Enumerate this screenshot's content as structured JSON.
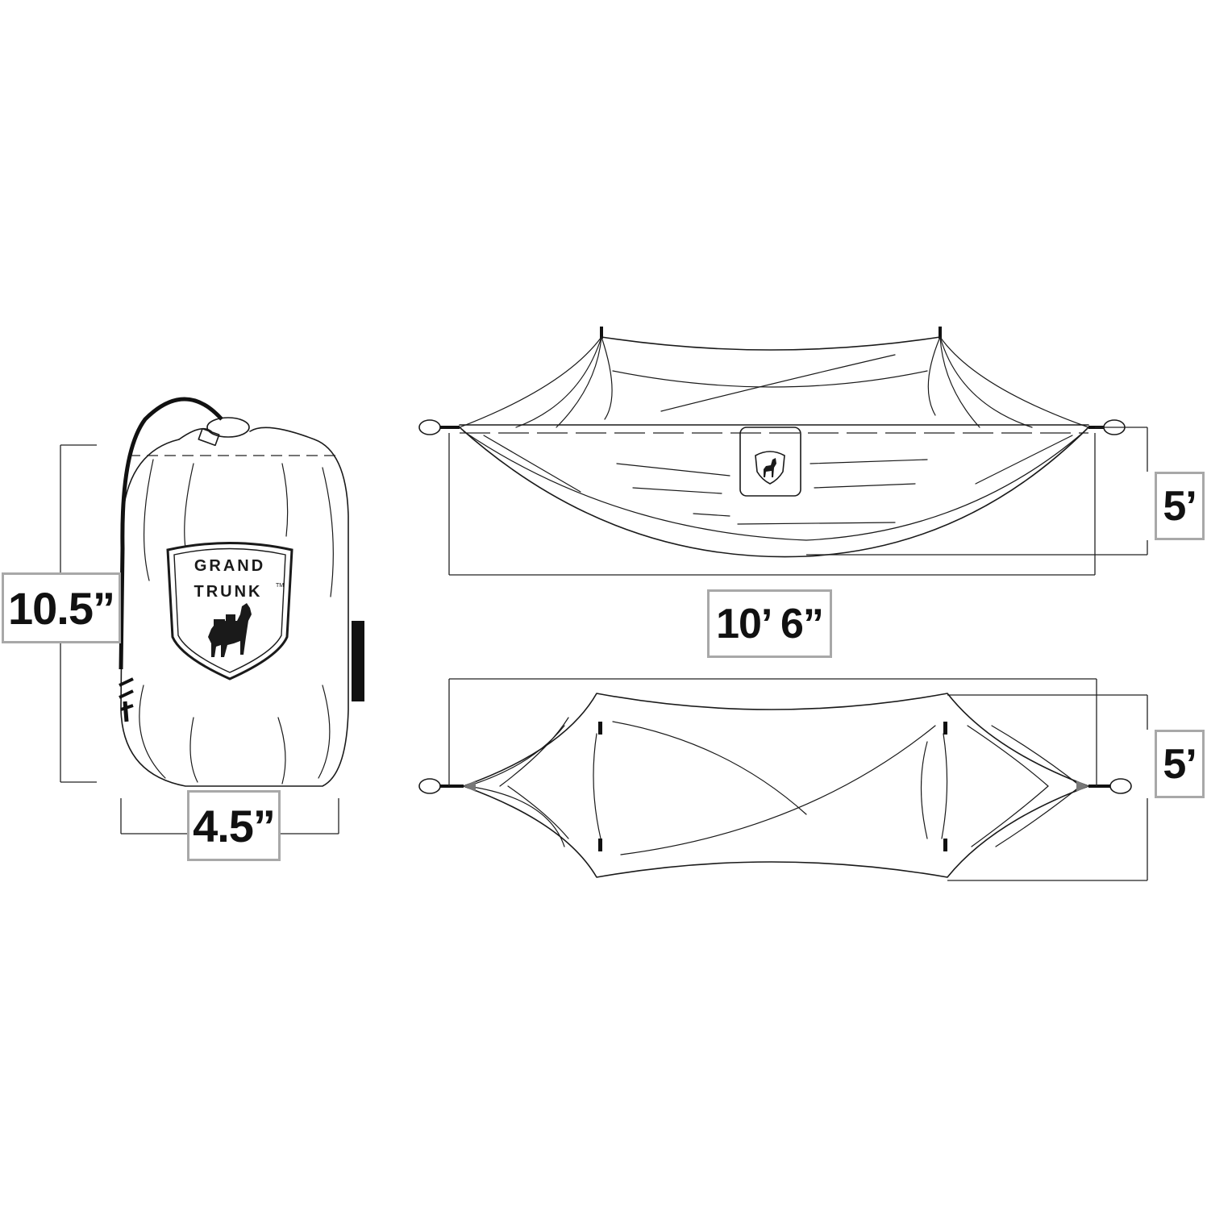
{
  "brand": {
    "line1": "GRAND",
    "line2": "TRUNK",
    "trademark": "TM"
  },
  "dimensions": {
    "packed_height": "10.5”",
    "packed_width": "4.5”",
    "hammock_length": "10’ 6”",
    "hammock_side_height": "5’",
    "hammock_top_width": "5’"
  },
  "colors": {
    "line": "#1a1a1a",
    "label_border": "#a8a8a8",
    "background": "#ffffff"
  }
}
